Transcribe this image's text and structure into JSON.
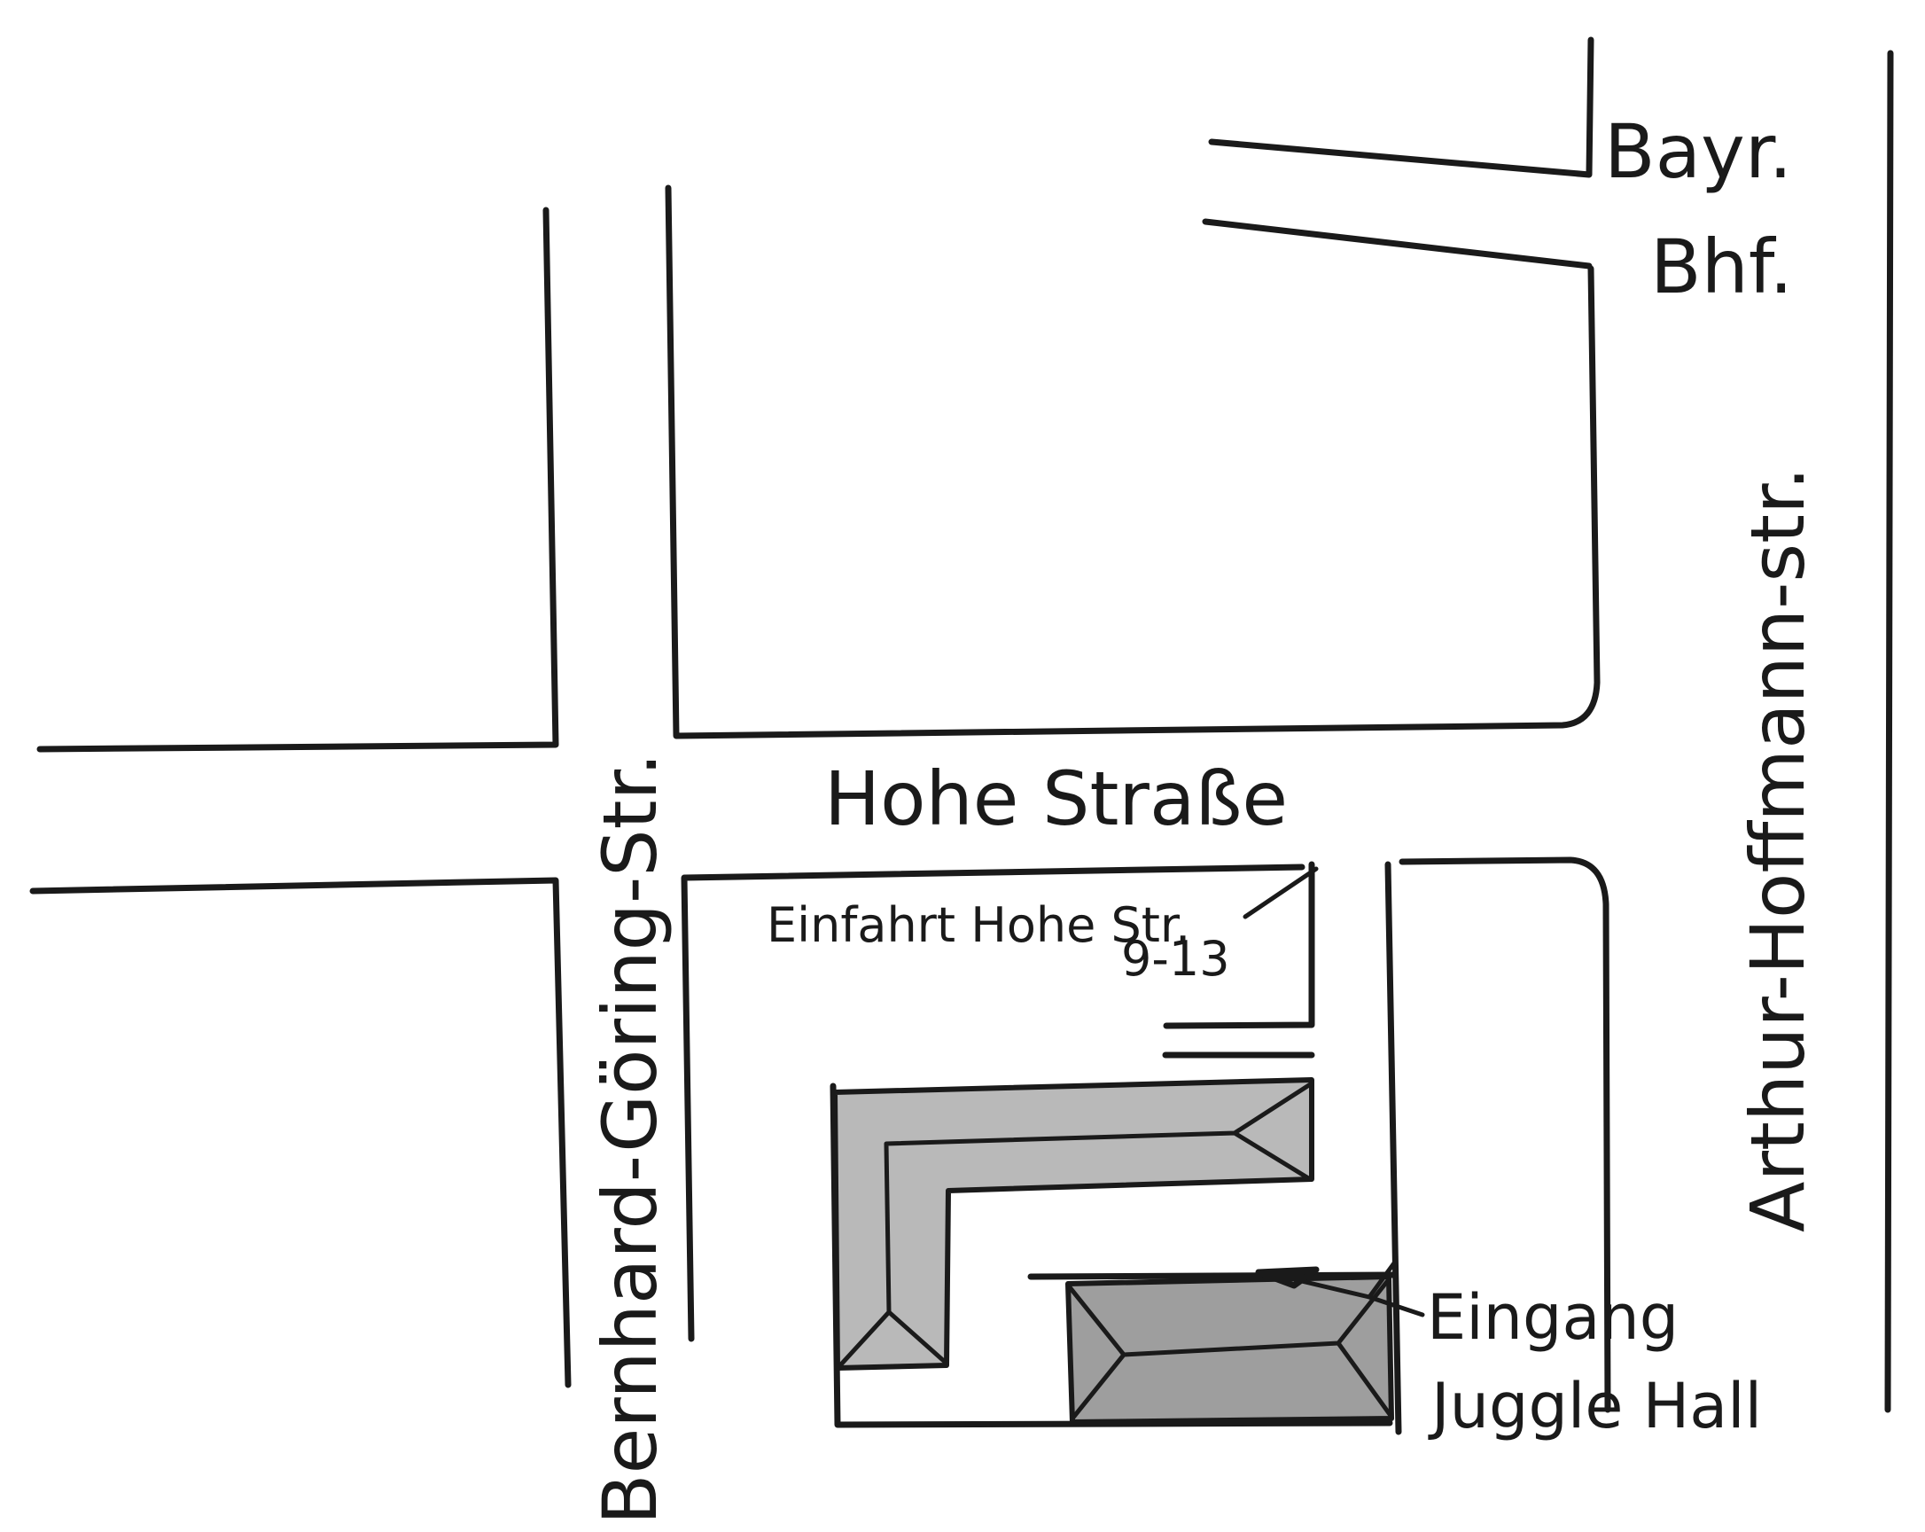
{
  "labels": {
    "station_line1": "Bayr.",
    "station_line2": "Bhf.",
    "hohe_strasse": "Hohe Straße",
    "bernhard_goering": "Bernhard-Göring-Str.",
    "arthur_hoffmann": "Arthur-Hoffmann-str.",
    "einfahrt_line1": "Einfahrt Hohe Str.",
    "einfahrt_line2": "9-13",
    "eingang_line1": "Eingang",
    "eingang_line2": "Juggle Hall"
  },
  "colors": {
    "ink": "#1a1a1a",
    "building_fill": "#b9b9b9",
    "hall_fill": "#9e9e9e"
  }
}
